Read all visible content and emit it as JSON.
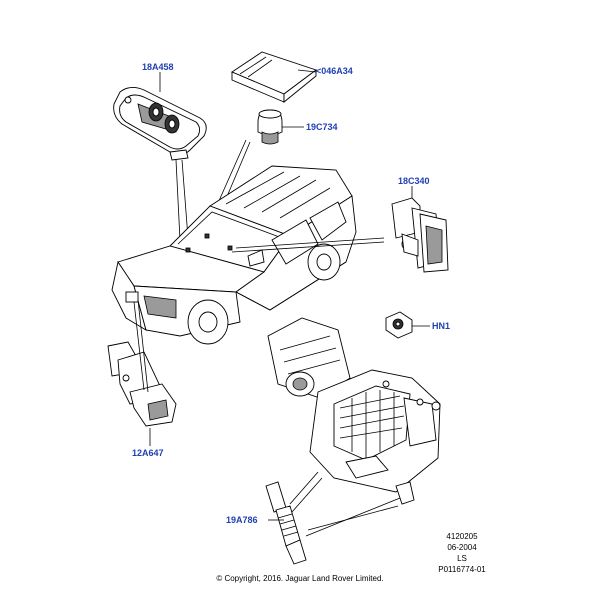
{
  "diagram": {
    "callouts": {
      "c18A458": "18A458",
      "c046A34": "<046A34",
      "c19C734": "19C734",
      "c18C340": "18C340",
      "cHN1": "HN1",
      "c12A647": "12A647",
      "c19A786": "19A786"
    },
    "meta": {
      "code": "4120205",
      "date": "06-2004",
      "initials": "LS",
      "ref": "P0116774-01"
    },
    "copyright": "© Copyright, 2016. Jaguar Land Rover Limited."
  }
}
